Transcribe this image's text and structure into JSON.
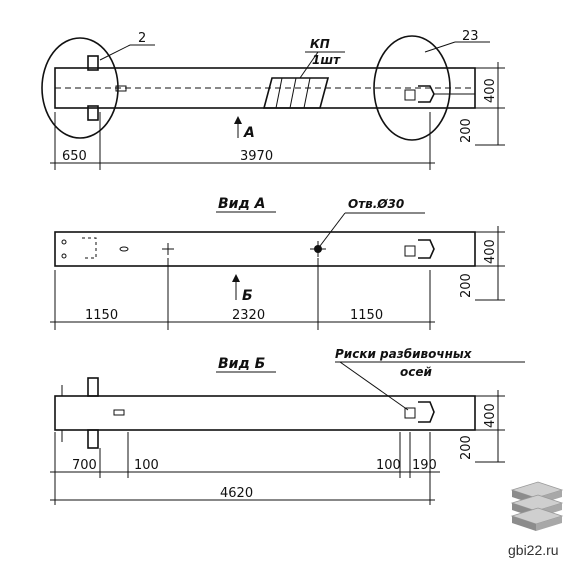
{
  "top_view": {
    "callout_left": "2",
    "callout_lifting_1": "КП",
    "callout_lifting_2": "1шт",
    "callout_right": "23",
    "arrow_label": "А",
    "dim_left": "650",
    "dim_total": "3970",
    "dim_height_400": "400",
    "dim_height_200": "200"
  },
  "view_a": {
    "title": "Вид А",
    "hole_label": "Отв.Ø30",
    "arrow_label": "Б",
    "dim_left": "1150",
    "dim_mid": "2320",
    "dim_right": "1150",
    "dim_height_400": "400",
    "dim_height_200": "200"
  },
  "view_b": {
    "title": "Вид Б",
    "note_line1": "Риски разбивочных",
    "note_line2": "осей",
    "dim_700": "700",
    "dim_100_left": "100",
    "dim_100_right": "100",
    "dim_190": "190",
    "dim_total": "4620",
    "dim_height_400": "400",
    "dim_height_200": "200"
  },
  "watermark": {
    "site": "gbi22.ru",
    "logo_icon": "stacked-slabs-icon"
  }
}
